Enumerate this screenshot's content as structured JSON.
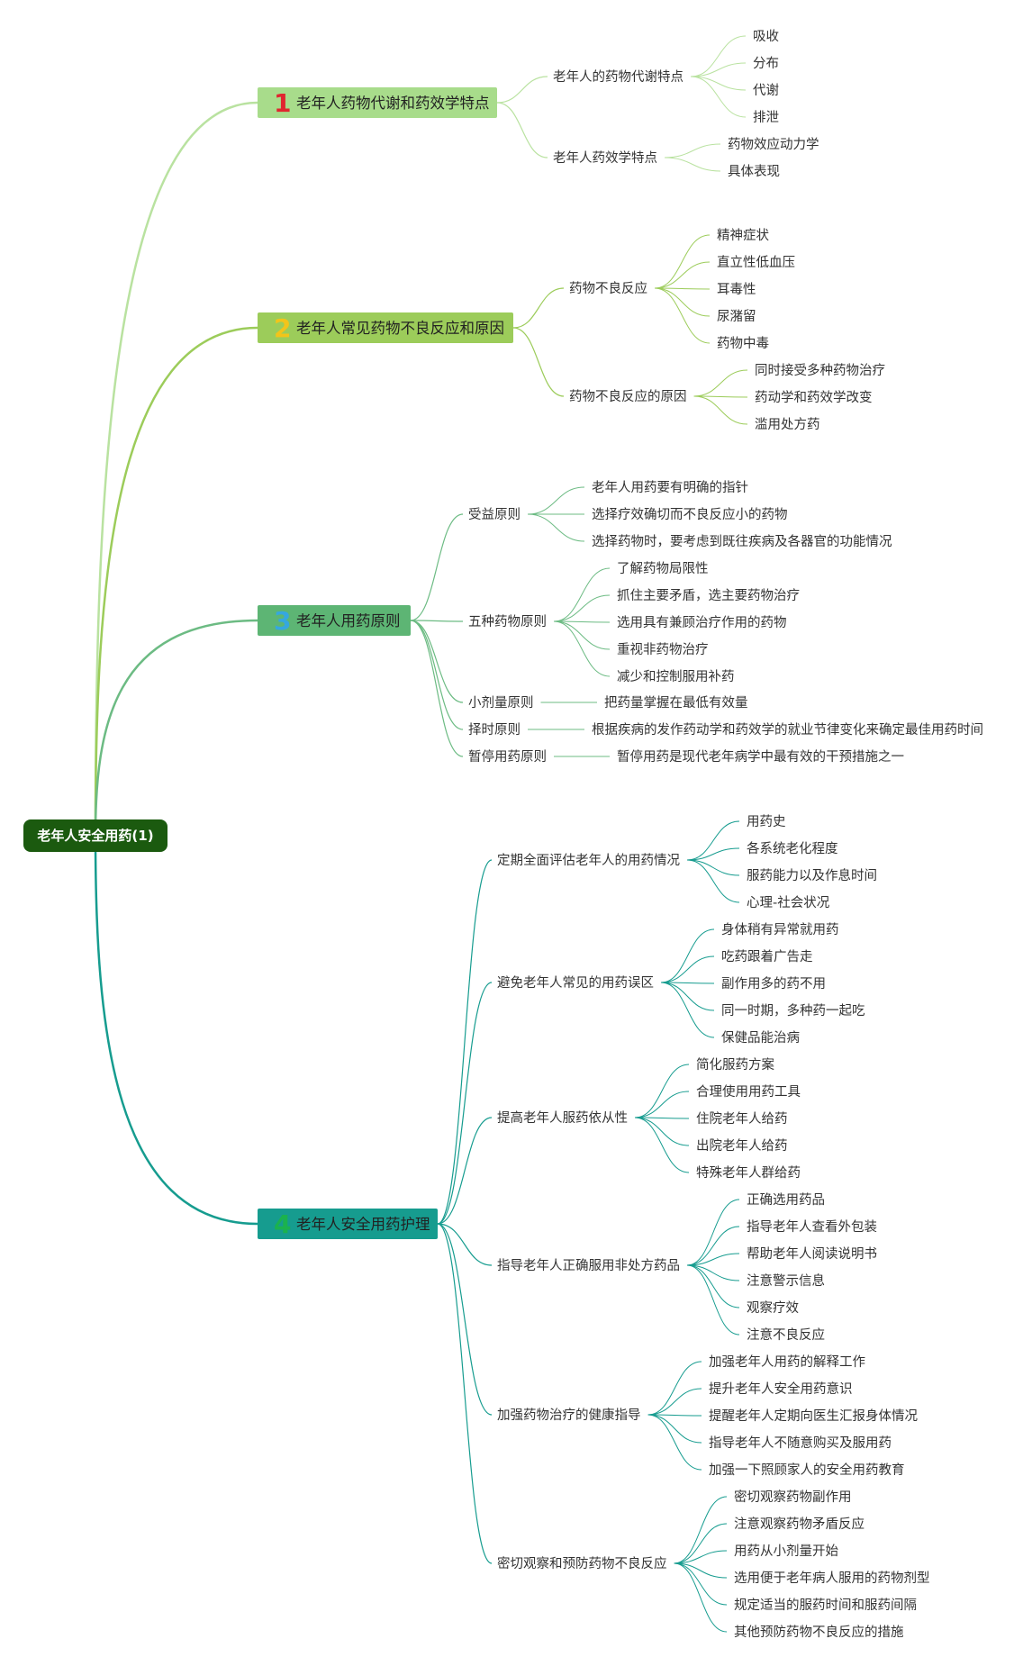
{
  "root": {
    "label": "老年人安全用药(1)",
    "color": "#1b5a0f"
  },
  "branches": [
    {
      "num": "1",
      "num_color": "#e0262f",
      "color": "#a8dc8b",
      "line": "#b9e2a0",
      "label": "老年人药物代谢和药效学特点",
      "children": [
        {
          "label": "老年人的药物代谢特点",
          "children": [
            {
              "label": "吸收"
            },
            {
              "label": "分布"
            },
            {
              "label": "代谢"
            },
            {
              "label": "排泄"
            }
          ]
        },
        {
          "label": "老年人药效学特点",
          "children": [
            {
              "label": "药物效应动力学"
            },
            {
              "label": "具体表现"
            }
          ]
        }
      ]
    },
    {
      "num": "2",
      "num_color": "#f2c41a",
      "color": "#9ccc5a",
      "line": "#9ccc5a",
      "label": "老年人常见药物不良反应和原因",
      "children": [
        {
          "label": "药物不良反应",
          "children": [
            {
              "label": "精神症状"
            },
            {
              "label": "直立性低血压"
            },
            {
              "label": "耳毒性"
            },
            {
              "label": "尿潴留"
            },
            {
              "label": "药物中毒"
            }
          ]
        },
        {
          "label": "药物不良反应的原因",
          "children": [
            {
              "label": "同时接受多种药物治疗"
            },
            {
              "label": "药动学和药效学改变"
            },
            {
              "label": "滥用处方药"
            }
          ]
        }
      ]
    },
    {
      "num": "3",
      "num_color": "#35a7df",
      "color": "#5db574",
      "line": "#6cbb83",
      "label": "老年人用药原则",
      "children": [
        {
          "label": "受益原则",
          "children": [
            {
              "label": "老年人用药要有明确的指针"
            },
            {
              "label": "选择疗效确切而不良反应小的药物"
            },
            {
              "label": "选择药物时，要考虑到既往疾病及各器官的功能情况"
            }
          ]
        },
        {
          "label": "五种药物原则",
          "children": [
            {
              "label": "了解药物局限性"
            },
            {
              "label": "抓住主要矛盾，选主要药物治疗"
            },
            {
              "label": "选用具有兼顾治疗作用的药物"
            },
            {
              "label": "重视非药物治疗"
            },
            {
              "label": "减少和控制服用补药"
            }
          ]
        },
        {
          "label": "小剂量原则",
          "children": [
            {
              "label": "把药量掌握在最低有效量"
            }
          ]
        },
        {
          "label": "择时原则",
          "children": [
            {
              "label": "根据疾病的发作药动学和药效学的就业节律变化来确定最佳用药时间"
            }
          ]
        },
        {
          "label": "暂停用药原则",
          "children": [
            {
              "label": "暂停用药是现代老年病学中最有效的干预措施之一"
            }
          ]
        }
      ]
    },
    {
      "num": "4",
      "num_color": "#1bb24e",
      "color": "#169c8f",
      "line": "#169c8f",
      "label": "老年人安全用药护理",
      "children": [
        {
          "label": "定期全面评估老年人的用药情况",
          "children": [
            {
              "label": "用药史"
            },
            {
              "label": "各系统老化程度"
            },
            {
              "label": "服药能力以及作息时间"
            },
            {
              "label": "心理-社会状况"
            }
          ]
        },
        {
          "label": "避免老年人常见的用药误区",
          "children": [
            {
              "label": "身体稍有异常就用药"
            },
            {
              "label": "吃药跟着广告走"
            },
            {
              "label": "副作用多的药不用"
            },
            {
              "label": "同一时期，多种药一起吃"
            },
            {
              "label": "保健品能治病"
            }
          ]
        },
        {
          "label": "提高老年人服药依从性",
          "children": [
            {
              "label": "简化服药方案"
            },
            {
              "label": "合理使用用药工具"
            },
            {
              "label": "住院老年人给药"
            },
            {
              "label": "出院老年人给药"
            },
            {
              "label": "特殊老年人群给药"
            }
          ]
        },
        {
          "label": "指导老年人正确服用非处方药品",
          "children": [
            {
              "label": "正确选用药品"
            },
            {
              "label": "指导老年人查看外包装"
            },
            {
              "label": "帮助老年人阅读说明书"
            },
            {
              "label": "注意警示信息"
            },
            {
              "label": "观察疗效"
            },
            {
              "label": "注意不良反应"
            }
          ]
        },
        {
          "label": "加强药物治疗的健康指导",
          "children": [
            {
              "label": "加强老年人用药的解释工作"
            },
            {
              "label": "提升老年人安全用药意识"
            },
            {
              "label": "提醒老年人定期向医生汇报身体情况"
            },
            {
              "label": "指导老年人不随意购买及服用药"
            },
            {
              "label": "加强一下照顾家人的安全用药教育"
            }
          ]
        },
        {
          "label": "密切观察和预防药物不良反应",
          "children": [
            {
              "label": "密切观察药物副作用"
            },
            {
              "label": "注意观察药物矛盾反应"
            },
            {
              "label": "用药从小剂量开始"
            },
            {
              "label": "选用便于老年病人服用的药物剂型"
            },
            {
              "label": "规定适当的服药时间和服药间隔"
            },
            {
              "label": "其他预防药物不良反应的措施"
            }
          ]
        }
      ]
    }
  ]
}
